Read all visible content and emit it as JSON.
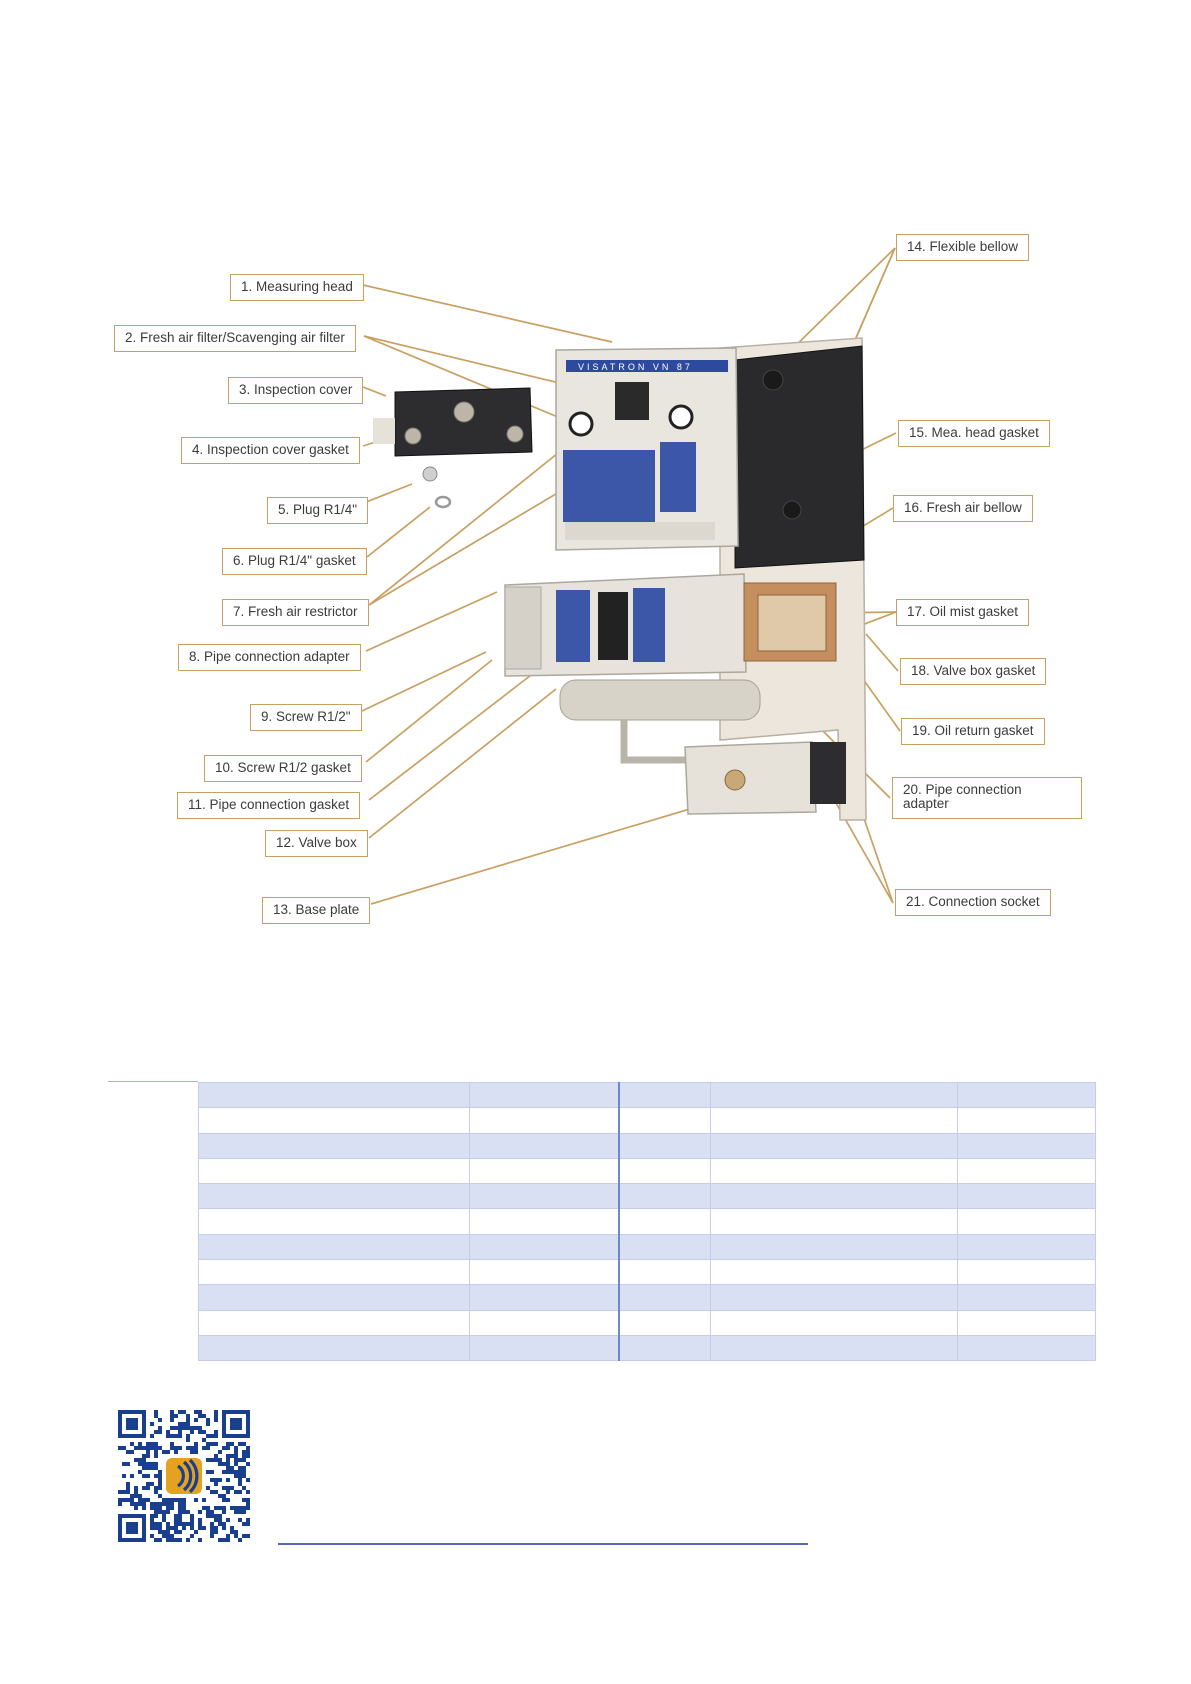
{
  "callouts": {
    "c1": "1. Measuring head",
    "c2": "2. Fresh air filter/Scavenging air filter",
    "c3": "3. Inspection cover",
    "c4": "4. Inspection cover gasket",
    "c5": "5. Plug R1/4\"",
    "c6": "6. Plug R1/4\" gasket",
    "c7": "7. Fresh air restrictor",
    "c8": "8. Pipe connection adapter",
    "c9": "9. Screw R1/2\"",
    "c10": "10. Screw R1/2 gasket",
    "c11": "11. Pipe connection gasket",
    "c12": "12. Valve box",
    "c13": "13. Base plate",
    "c14": "14. Flexible bellow",
    "c15": "15. Mea. head gasket",
    "c16": "16. Fresh air bellow",
    "c17": "17. Oil mist gasket",
    "c18": "18. Valve box gasket",
    "c19": "19. Oil return gasket",
    "c20": "20. Pipe connection adapter",
    "c21": "21. Connection socket"
  },
  "device_labels": {
    "brand_strip": "VISATRON VN 87"
  },
  "colors": {
    "callout_border": "#c8a062",
    "leader_line": "#c8a062",
    "table_band": "#d9e0f4",
    "table_rule": "#6f86c8",
    "qr_blue": "#1a3f8f",
    "qr_logo": "#e4a21f"
  },
  "table": {
    "rows": 11,
    "columns": 5,
    "cells": []
  },
  "icons": {
    "qr": "qr-code",
    "qr_logo": "schaller-sound-wave-logo"
  }
}
